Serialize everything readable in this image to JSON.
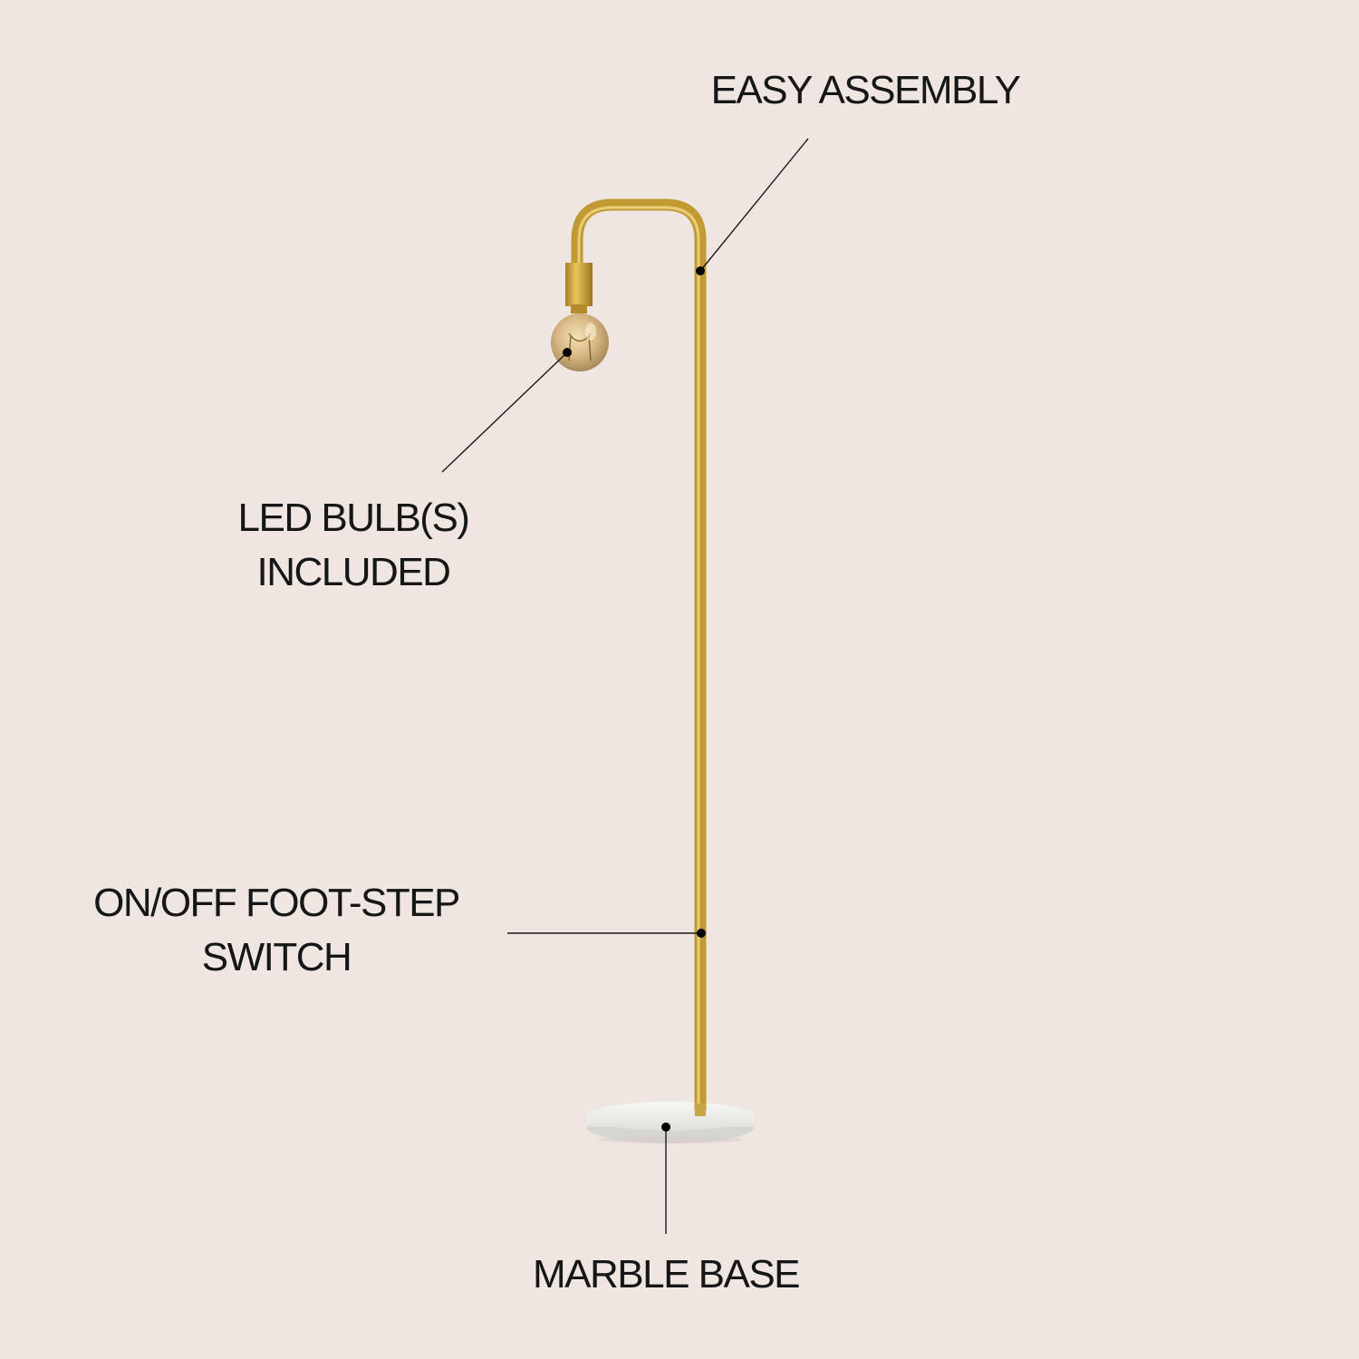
{
  "background_color": "#efe5e1",
  "accent_color": "#d2ab3f",
  "callouts": {
    "easy_assembly": {
      "lines": [
        "EASY ASSEMBLY"
      ]
    },
    "led_bulb": {
      "lines": [
        "LED BULB(S)",
        "INCLUDED"
      ]
    },
    "foot_switch": {
      "lines": [
        "ON/OFF FOOT-STEP",
        "SWITCH"
      ]
    },
    "marble_base": {
      "lines": [
        "MARBLE BASE"
      ]
    }
  }
}
